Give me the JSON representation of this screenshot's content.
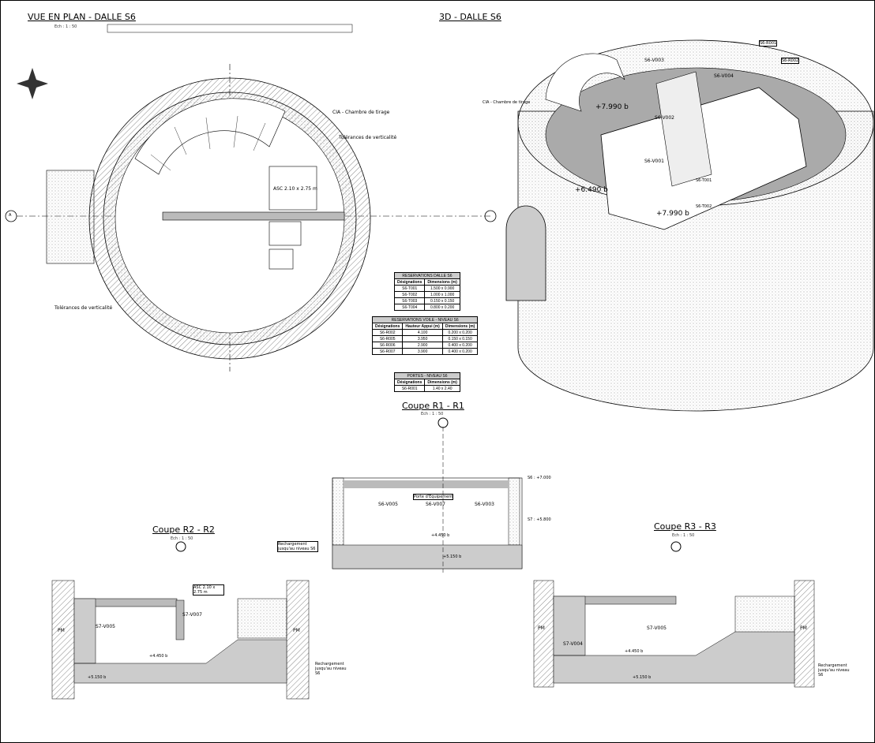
{
  "plan": {
    "title": "VUE EN PLAN - DALLE S6",
    "scale": "Ech : 1 : 50",
    "labels": {
      "cia": "CIA - Chambre de tirage",
      "tol1": "Tolérances de verticalité",
      "tol2": "Tolérances de verticalité",
      "asc": "ASC 2.10 x 2.75 m",
      "axis_a": "A"
    }
  },
  "view3d": {
    "title": "3D - DALLE S6",
    "labels": [
      "S6-V003",
      "S6-V004",
      "S6-V002",
      "S6-V001",
      "+7.990 b",
      "+6.490 b",
      "+7.990 b",
      "S6-R001",
      "S6-R002",
      "S6-T001",
      "S6-T002",
      "CIA - Chambre de tirage"
    ]
  },
  "tables": [
    {
      "caption": "RESERVATIONS DALLE S6",
      "headers": [
        "Désignations",
        "Dimensions (m)"
      ],
      "rows": [
        [
          "S6-T001",
          "1.500 x 0.900"
        ],
        [
          "S6-T002",
          "1.000 x 1.000"
        ],
        [
          "S6-T003",
          "0.150 x 0.150"
        ],
        [
          "S6-T004",
          "0.800 x 0.200"
        ]
      ]
    },
    {
      "caption": "RESERVATIONS VOILE - NIVEAU S6",
      "headers": [
        "Désignations",
        "Hauteur Appui (m)",
        "Dimensions (m)"
      ],
      "rows": [
        [
          "S6-R002",
          "4.100",
          "0.200 x 0.200"
        ],
        [
          "S6-R005",
          "3.950",
          "0.150 x 0.150"
        ],
        [
          "S6-R006",
          "2.900",
          "0.400 x 0.200"
        ],
        [
          "S6-R007",
          "3.900",
          "0.400 x 0.200"
        ]
      ]
    },
    {
      "caption": "PORTES - NIVEAU S6",
      "headers": [
        "Désignations",
        "Dimensions (m)"
      ],
      "rows": [
        [
          "S6-R001",
          "1.40 x 2.40"
        ]
      ]
    }
  ],
  "sections": [
    {
      "title": "Coupe R1 - R1",
      "scale": "Ech : 1 : 50",
      "labels": [
        "S6-V005",
        "S6-V007",
        "S6-V003",
        "Porte d'Equipement",
        "+4.450 b",
        "+5.150 b",
        "Rechargement jusqu'au niveau S6",
        "S6 : +7.000",
        "S7 : +5.800"
      ]
    },
    {
      "title": "Coupe R2 - R2",
      "scale": "Ech : 1 : 50",
      "labels": [
        "S7-V005",
        "S7-V007",
        "ASC 2.10 x 2.75 m",
        "PM",
        "PM",
        "+4.450 b",
        "+5.150 b",
        "Rechargement jusqu'au niveau S6"
      ]
    },
    {
      "title": "Coupe R3 - R3",
      "scale": "Ech : 1 : 50",
      "labels": [
        "S7-V004",
        "S7-V005",
        "PM",
        "PM",
        "+4.450 b",
        "+5.150 b",
        "Rechargement jusqu'au niveau S6"
      ]
    }
  ]
}
